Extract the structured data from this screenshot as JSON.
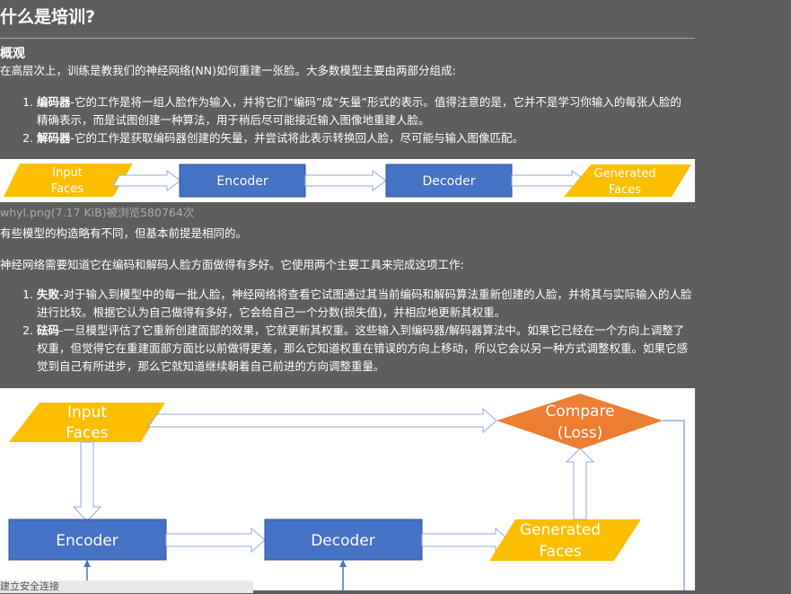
{
  "title": "什么是培训?",
  "overview": {
    "heading": "概观",
    "intro": "在高层次上，训练是教我们的神经网络(NN)如何重建一张脸。大多数模型主要由两部分组成:",
    "items": [
      {
        "term": "编码器",
        "text": "-它的工作是将一组人脸作为输入，并将它们“编码”成“矢量”形式的表示。值得注意的是，它并不是学习你输入的每张人脸的精确表示，而是试图创建一种算法，用于稍后尽可能接近输入图像地重建人脸。"
      },
      {
        "term": "解码器",
        "text": "-它的工作是获取编码器创建的矢量，并尝试将此表示转换回人脸，尽可能与输入图像匹配。"
      }
    ]
  },
  "figure1": {
    "input": [
      "Input",
      "Faces"
    ],
    "encoder": "Encoder",
    "decoder": "Decoder",
    "output": [
      "Generated",
      "Faces"
    ],
    "caption": "whyl.png(7.17 KiB)被浏览580764次"
  },
  "para2": "有些模型的构造略有不同，但基本前提是相同的。",
  "para3": "神经网络需要知道它在编码和解码人脸方面做得有多好。它使用两个主要工具来完成这项工作:",
  "tools": [
    {
      "term": "失败",
      "text": "-对于输入到模型中的每一批人脸，神经网络将查看它试图通过其当前编码和解码算法重新创建的人脸，并将其与实际输入的人脸进行比较。根据它认为自己做得有多好，它会给自己一个分数(损失值)，并相应地更新其权重。"
    },
    {
      "term": "砝码",
      "text": "-一旦模型评估了它重新创建面部的效果，它就更新其权重。这些输入到编码器/解码器算法中。如果它已经在一个方向上调整了权重，但觉得它在重建面部方面比以前做得更差，那么它知道权重在错误的方向上移动，所以它会以另一种方式调整权重。如果它感觉到自己有所进步，那么它就知道继续朝着自己前进的方向调整重量。"
    }
  ],
  "figure2": {
    "input": [
      "Input",
      "Faces"
    ],
    "compare": [
      "Compare",
      "(Loss)"
    ],
    "encoder": "Encoder",
    "decoder": "Decoder",
    "output": [
      "Generated",
      "Faces"
    ]
  },
  "toast": "建立安全连接",
  "colors": {
    "background": "#5e5e5e",
    "yellow": "#fbbf00",
    "blue": "#4472c4",
    "orange": "#ed7d31",
    "arrow": "#8faadc"
  }
}
